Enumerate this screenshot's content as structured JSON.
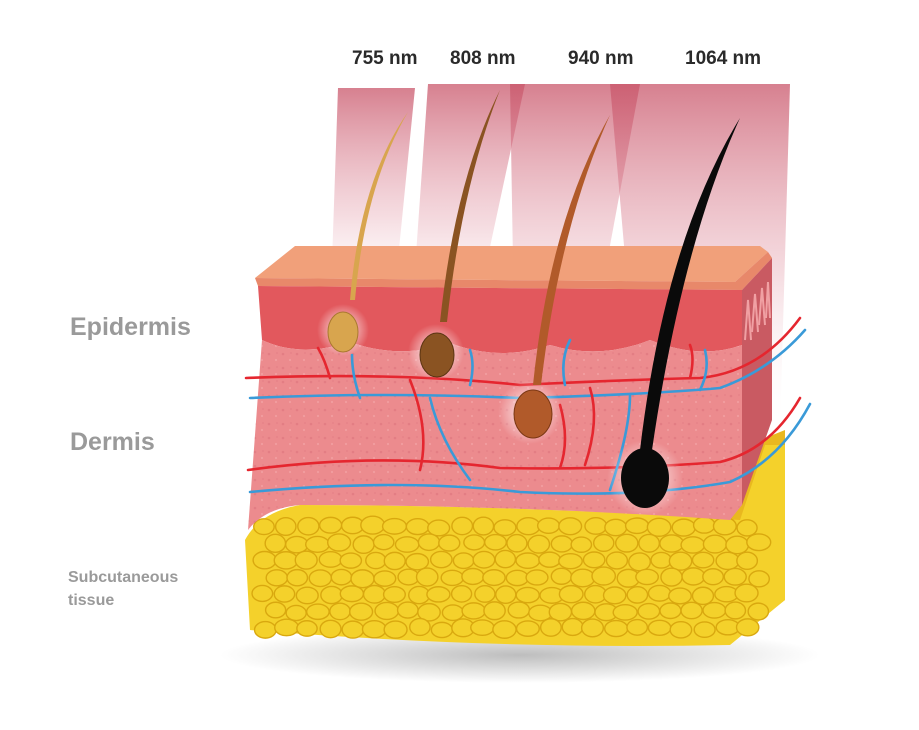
{
  "wavelengths": [
    {
      "label": "755 nm",
      "hair_color": "#d8a54e"
    },
    {
      "label": "808 nm",
      "hair_color": "#8a5322"
    },
    {
      "label": "940 nm",
      "hair_color": "#b15a2a"
    },
    {
      "label": "1064 nm",
      "hair_color": "#0a0a0a"
    }
  ],
  "layers": {
    "epidermis": "Epidermis",
    "dermis": "Dermis",
    "subcutaneous_line1": "Subcutaneous",
    "subcutaneous_line2": "tissue"
  },
  "colors": {
    "skin_top": "#f1a07a",
    "epidermis": "#e2585d",
    "dermis": "#ec8b8e",
    "fat": "#f4d12b",
    "artery": "#e5262f",
    "vein": "#3a9ad8",
    "beam": "#c9566a",
    "label_gray": "#9a9a9a"
  }
}
